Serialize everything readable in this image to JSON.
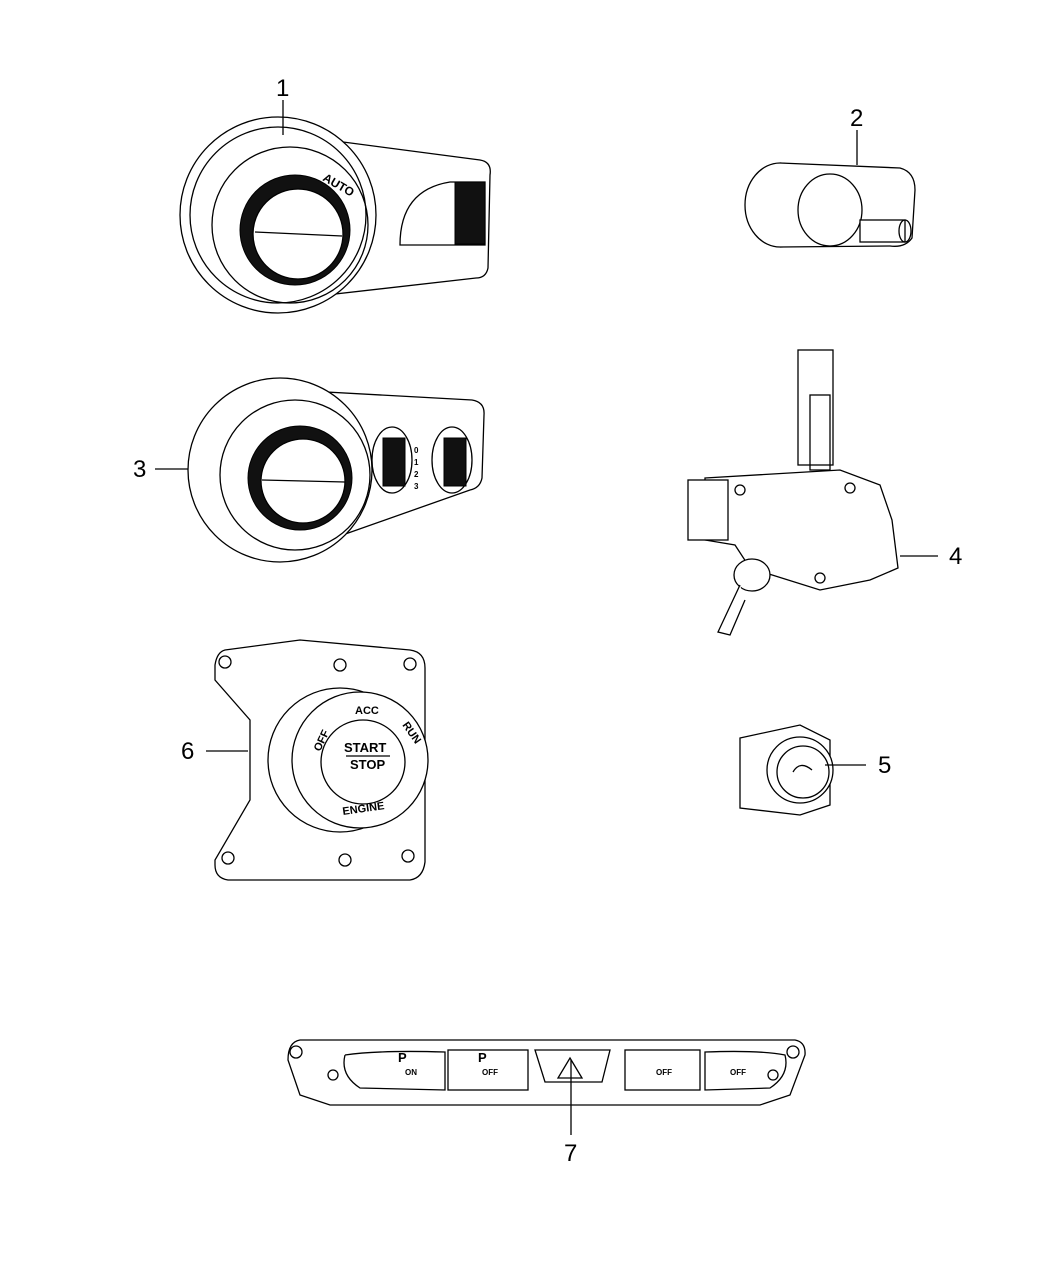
{
  "diagram": {
    "line_color": "#000000",
    "background": "#ffffff",
    "callouts": [
      "1",
      "2",
      "3",
      "4",
      "5",
      "6",
      "7"
    ],
    "parts": {
      "headlamp_switch_1": {
        "label": "AUTO"
      },
      "headlamp_switch_3": {
        "dimmer_marks": [
          "0",
          "1",
          "2",
          "3"
        ]
      },
      "ignition_switch_6": {
        "ring_labels": {
          "acc": "ACC",
          "run": "RUN",
          "off": "OFF",
          "engine": "ENGINE"
        },
        "button_start": "START",
        "button_stop": "STOP"
      },
      "switch_bank_7": {
        "buttons": [
          {
            "icon": "park-assist-icon",
            "label": "ON"
          },
          {
            "icon": "park-sense-icon",
            "label": "OFF"
          },
          {
            "icon": "hazard-icon",
            "label": ""
          },
          {
            "icon": "hill-descent-icon",
            "label": "OFF"
          },
          {
            "icon": "traction-control-icon",
            "label": "OFF"
          }
        ]
      }
    }
  }
}
